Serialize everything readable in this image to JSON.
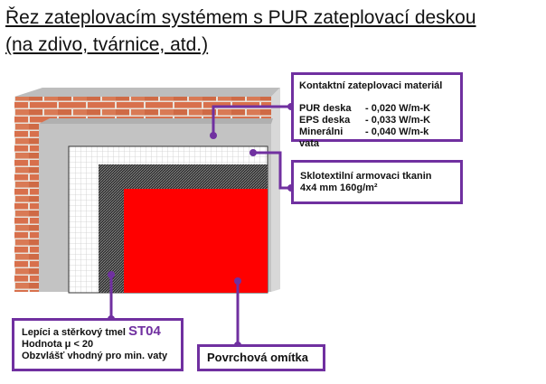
{
  "title": {
    "line1": "Řez zateplovacím systémem s PUR zateplovací deskou",
    "line2": "(na zdivo, tvárnice, atd.)"
  },
  "material_box": {
    "heading": "Kontaktní zateplovaci materiál",
    "rows": [
      {
        "name": "PUR deska",
        "value": "- 0,020 W/m-K"
      },
      {
        "name": "EPS deska",
        "value": "- 0,033 W/m-K"
      },
      {
        "name": "Minerálni vata",
        "value": "- 0,040 W/m-k"
      }
    ]
  },
  "mesh_box": {
    "line1": "Sklotextilní armovaci tkanin",
    "line2": "4x4 mm 160g/m²"
  },
  "adhesive_box": {
    "line1": "Lepíci a stěrkový tmel",
    "product": "ST04",
    "line2": "Hodnota μ < 20",
    "line3": "Obzvlášť vhodný pro min. vaty"
  },
  "plaster_box": {
    "label": "Povrchová omítka"
  },
  "colors": {
    "accent": "#7030a0",
    "brick": "#d9744f",
    "plaster": "#ff0000",
    "insulation": "#c0c0c0"
  }
}
